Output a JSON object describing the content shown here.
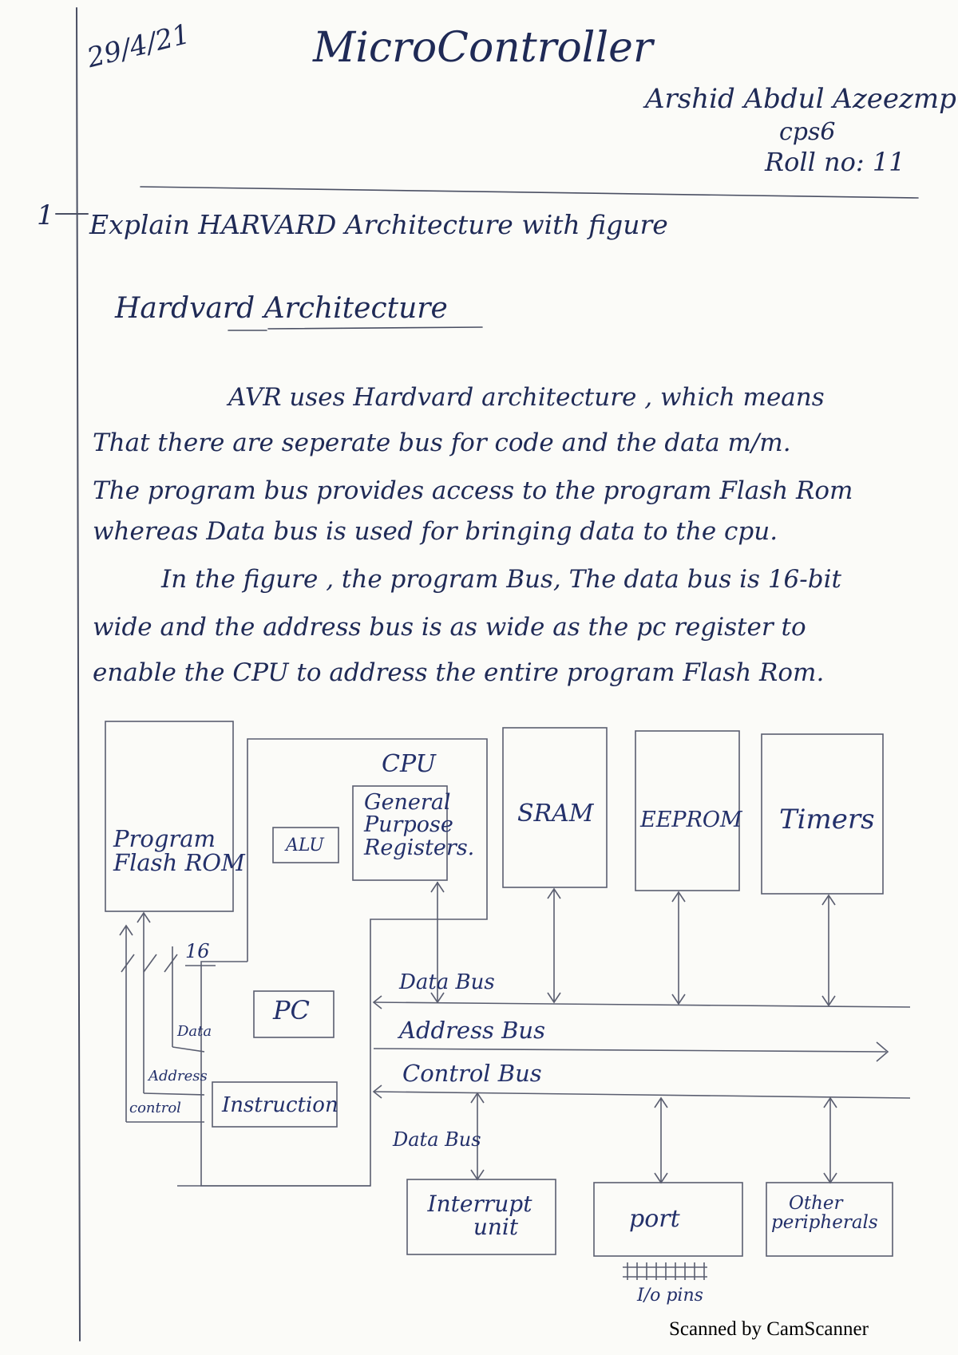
{
  "header": {
    "date": "29/4/21",
    "title": "MicroController",
    "author": "Arshid Abdul Azeezmp",
    "class": "cps6",
    "roll": "Roll no: 11"
  },
  "question": {
    "number": "1",
    "text": "Explain HARVARD Architecture with figure"
  },
  "section_heading": "Hardvard Architecture",
  "paragraph": [
    "AVR uses Hardvard architecture , which means",
    "That there are seperate bus for code and the data m/m.",
    "The program bus provides access to the program Flash Rom",
    "whereas Data bus is used for bringing data to the cpu.",
    "In the figure , the program Bus, The data bus is 16-bit",
    "wide and the address bus is as wide as the pc register to",
    "enable the CPU to address the entire program Flash Rom."
  ],
  "diagram": {
    "program_rom": [
      "Program",
      "Flash ROM"
    ],
    "cpu": "CPU",
    "alu": "ALU",
    "registers": [
      "General",
      "Purpose",
      "Registers."
    ],
    "sram": "SRAM",
    "eeprom": "EEPROM",
    "timers": "Timers",
    "pc": "PC",
    "instruction": "Instruction",
    "bus_width": "16",
    "small_data": "Data",
    "small_address": "Address",
    "small_control": "control",
    "data_bus": "Data Bus",
    "address_bus": "Address Bus",
    "control_bus": "Control Bus",
    "data_bus_lower": "Data Bus",
    "interrupt": [
      "Interrupt",
      "unit"
    ],
    "port": "port",
    "other": [
      "Other",
      "peripherals"
    ],
    "io_pins": "I/o pins"
  },
  "footer": "Scanned by CamScanner"
}
